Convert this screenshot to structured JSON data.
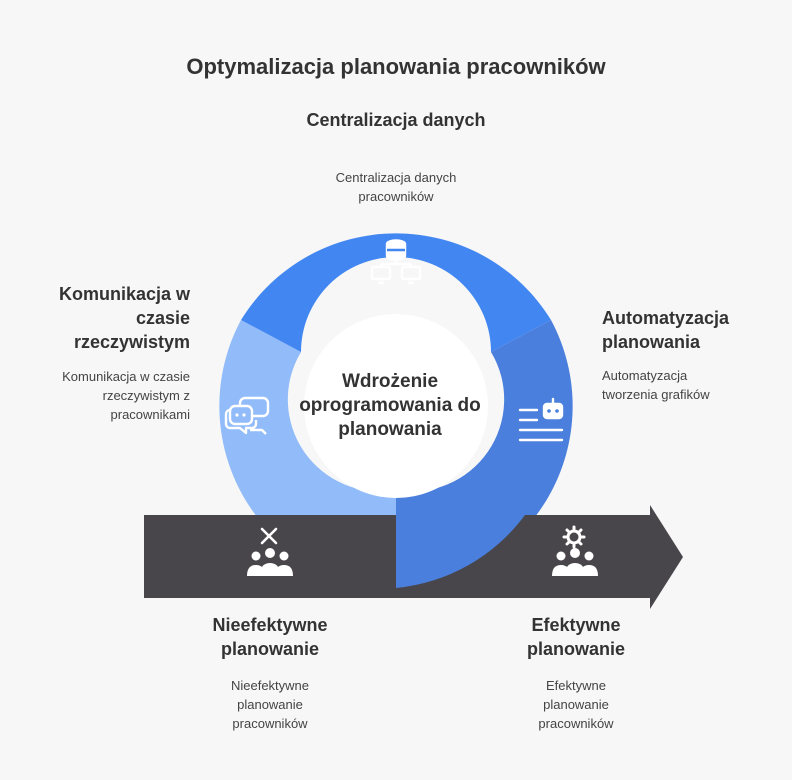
{
  "title": "Optymalizacja planowania pracowników",
  "center": "Wdrożenie oprogramowania do planowania",
  "segments": [
    {
      "heading": "Centralizacja danych",
      "description": "Centralizacja danych pracowników",
      "icon": "database-network-icon",
      "color": "#4286f2"
    },
    {
      "heading": "Automatyzacja planowania",
      "description": "Automatyzacja tworzenia grafików",
      "icon": "robot-list-icon",
      "color": "#4a7fdd"
    },
    {
      "heading": "Komunikacja w czasie rzeczywistym",
      "description": "Komunikacja w czasie rzeczywistym z pracownikami",
      "icon": "chat-bubbles-icon",
      "color": "#91bcf9"
    }
  ],
  "outcomes": [
    {
      "heading": "Nieefektywne planowanie",
      "description": "Nieefektywne planowanie pracowników",
      "icon": "team-x-icon"
    },
    {
      "heading": "Efektywne planowanie",
      "description": "Efektywne planowanie pracowników",
      "icon": "team-gear-icon"
    }
  ],
  "arrow_color": "#48464a"
}
